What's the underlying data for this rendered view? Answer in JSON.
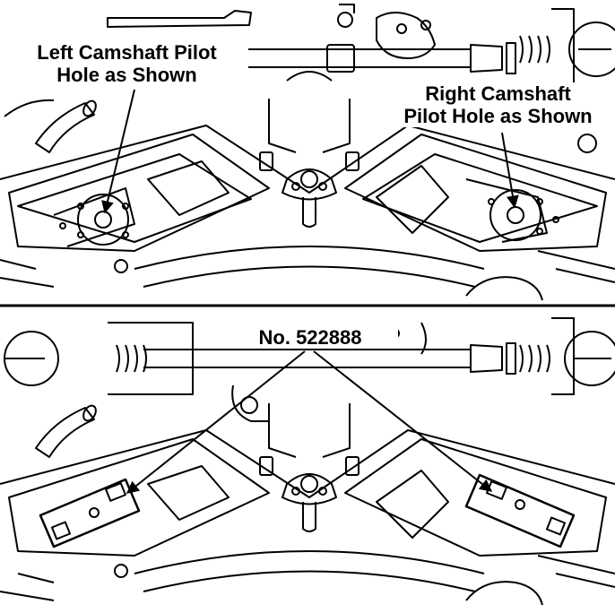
{
  "panels": {
    "top": {
      "left_label": {
        "line1": "Left Camshaft Pilot",
        "line2": "Hole as Shown"
      },
      "right_label": {
        "line1": "Right Camshaft",
        "line2": "Pilot Hole as Shown"
      }
    },
    "bottom": {
      "tool_label": "No. 522888"
    }
  },
  "colors": {
    "ink": "#000000",
    "paper": "#ffffff"
  }
}
